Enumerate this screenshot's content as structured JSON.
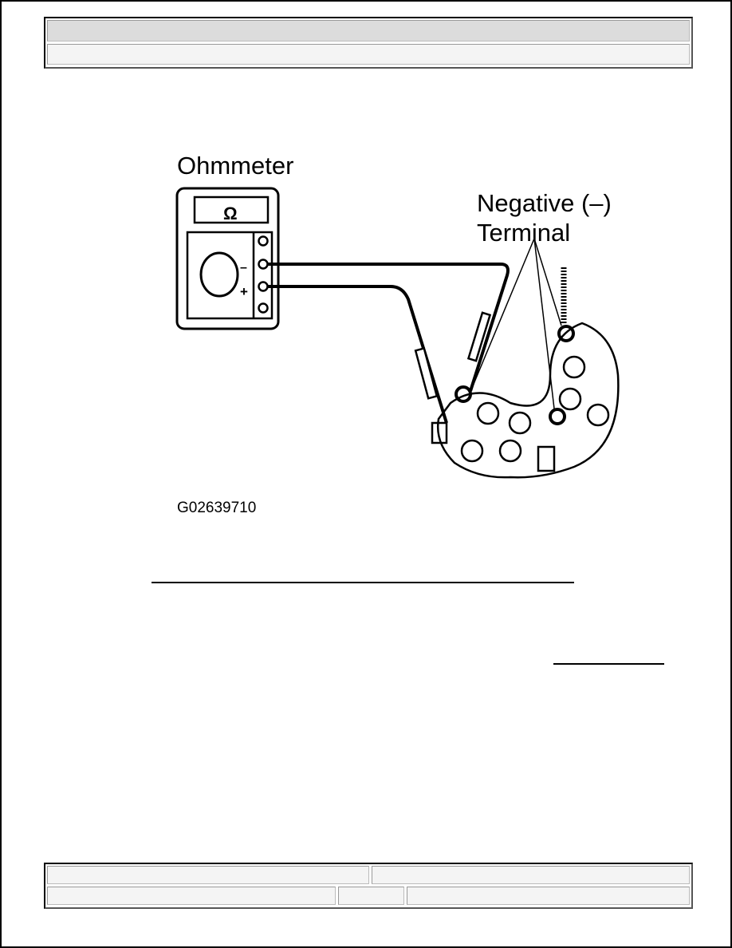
{
  "figure": {
    "labels": {
      "ohmmeter": "Ohmmeter",
      "negative_terminal_line1": "Negative (–)",
      "negative_terminal_line2": "Terminal",
      "meter_display": "Ω",
      "minus_sign": "–",
      "plus_sign": "+",
      "figure_id": "G02639710"
    }
  }
}
